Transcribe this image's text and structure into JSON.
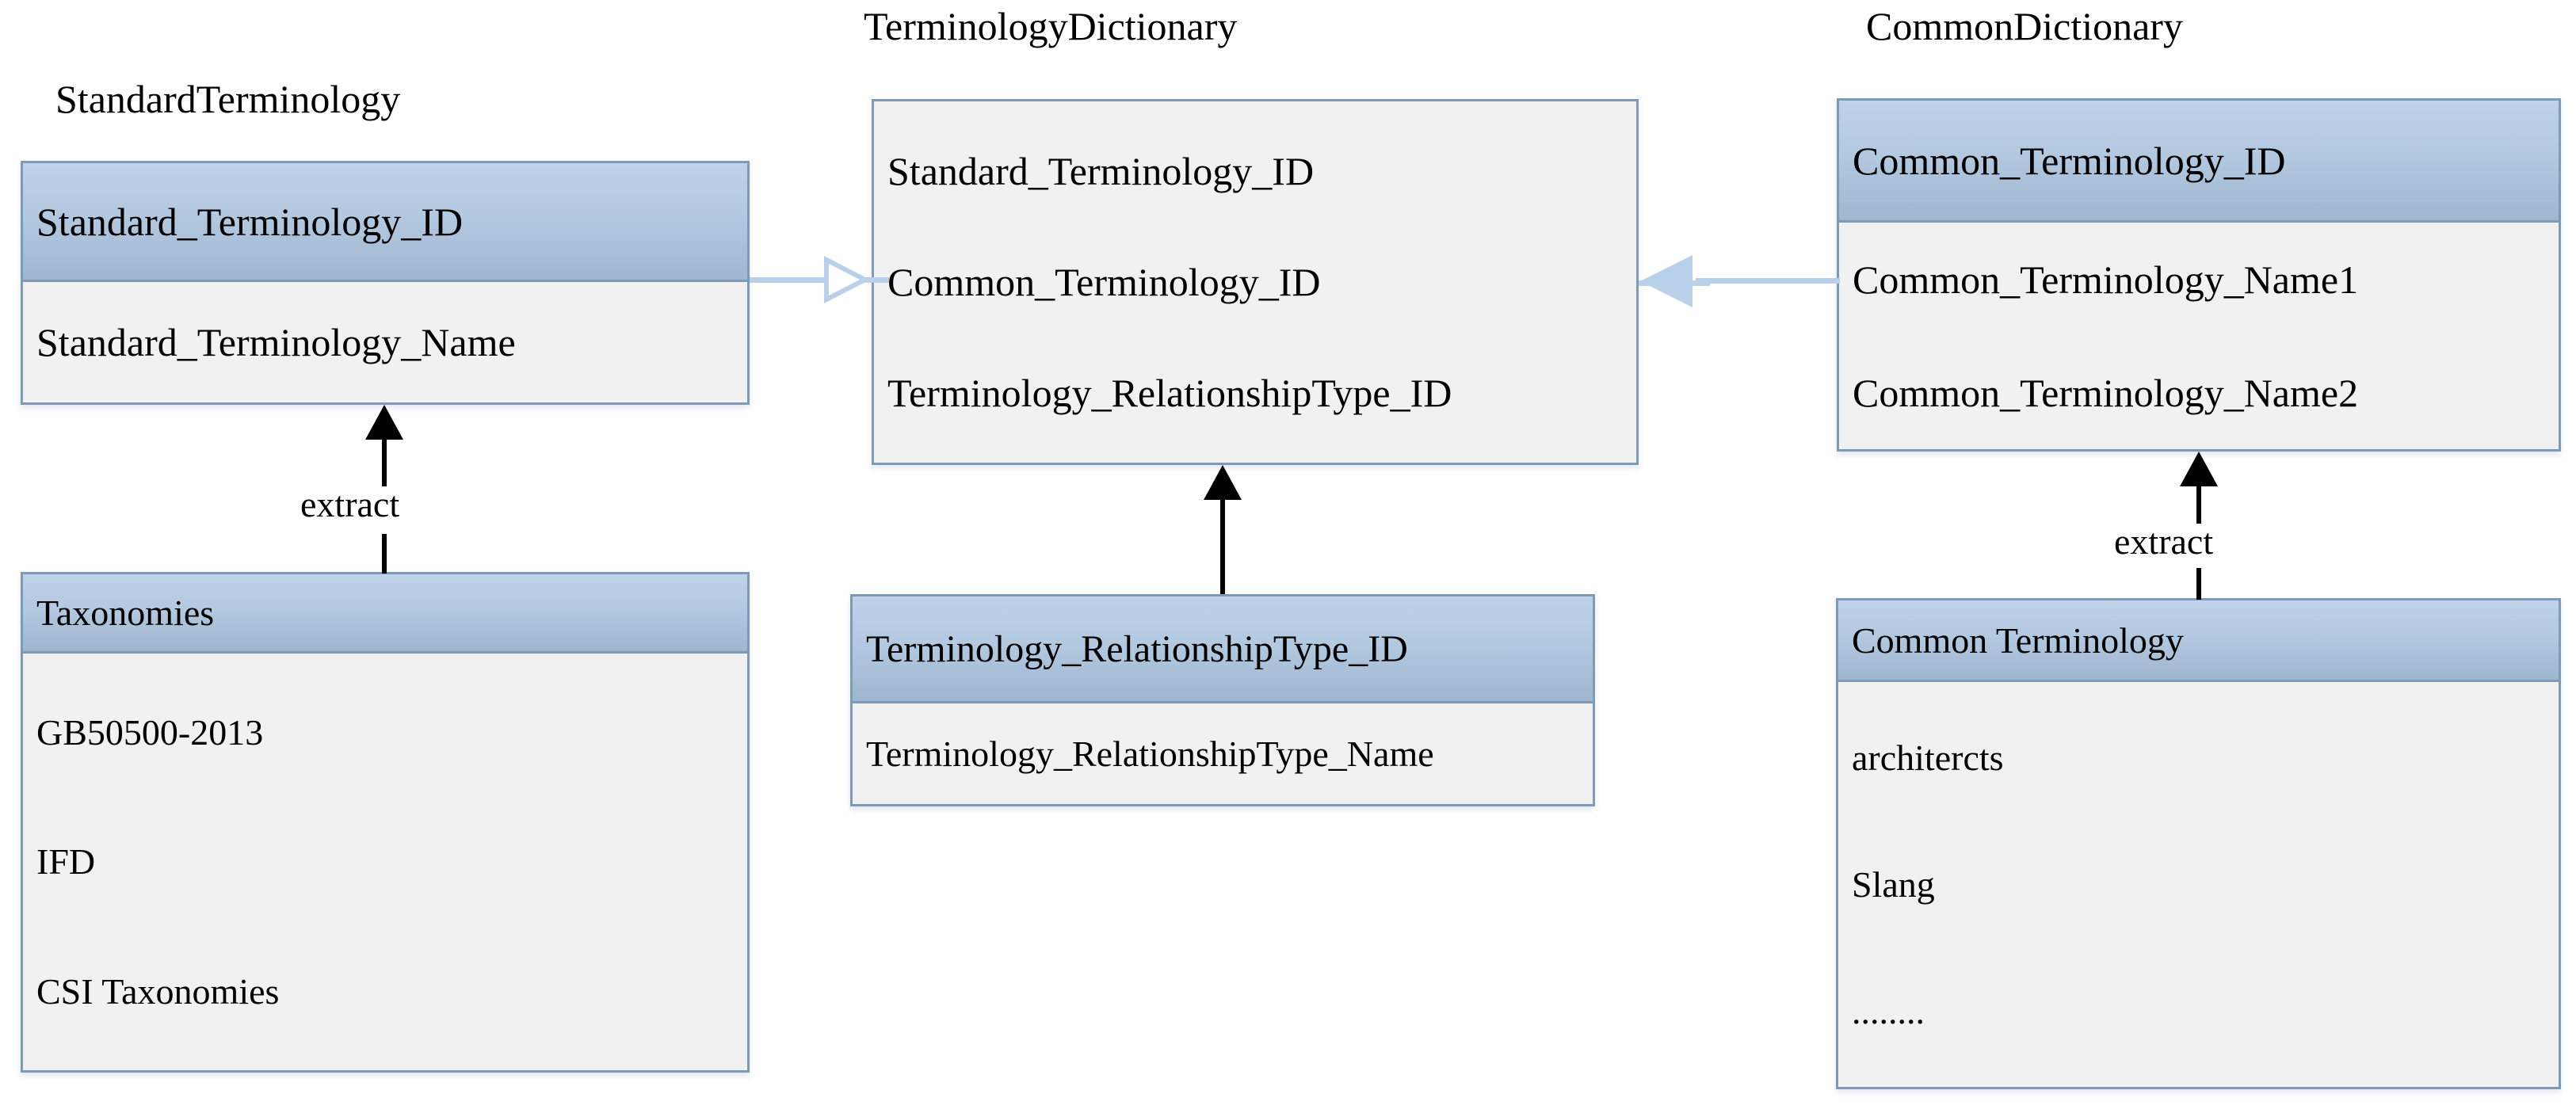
{
  "diagram": {
    "title_standard_terminology": "StandardTerminology",
    "title_terminology_dictionary": "TerminologyDictionary",
    "title_common_dictionary": "CommonDictionary"
  },
  "boxes": {
    "standard_terminology": {
      "header": "Standard_Terminology_ID",
      "rows": [
        "Standard_Terminology_Name"
      ]
    },
    "terminology_dictionary": {
      "rows": [
        "Standard_Terminology_ID",
        "Common_Terminology_ID",
        "Terminology_RelationshipType_ID"
      ]
    },
    "common_dictionary": {
      "header": "Common_Terminology_ID",
      "rows": [
        "Common_Terminology_Name1",
        "Common_Terminology_Name2"
      ]
    },
    "taxonomies": {
      "header": "Taxonomies",
      "rows": [
        "GB50500-2013",
        "IFD",
        "CSI Taxonomies"
      ]
    },
    "relationship_type": {
      "header": "Terminology_RelationshipType_ID",
      "rows": [
        "Terminology_RelationshipType_Name"
      ]
    },
    "common_terminology": {
      "header": "Common Terminology",
      "rows": [
        "architercts",
        "Slang",
        "........"
      ]
    }
  },
  "edges": {
    "extract_left": "extract",
    "extract_right": "extract"
  },
  "colors": {
    "header_fill": "#b3c9e0",
    "body_fill": "#f1f1f1",
    "border": "#7f9ab5",
    "connector_blue": "#b9d0ea",
    "connector_black": "#000000"
  }
}
